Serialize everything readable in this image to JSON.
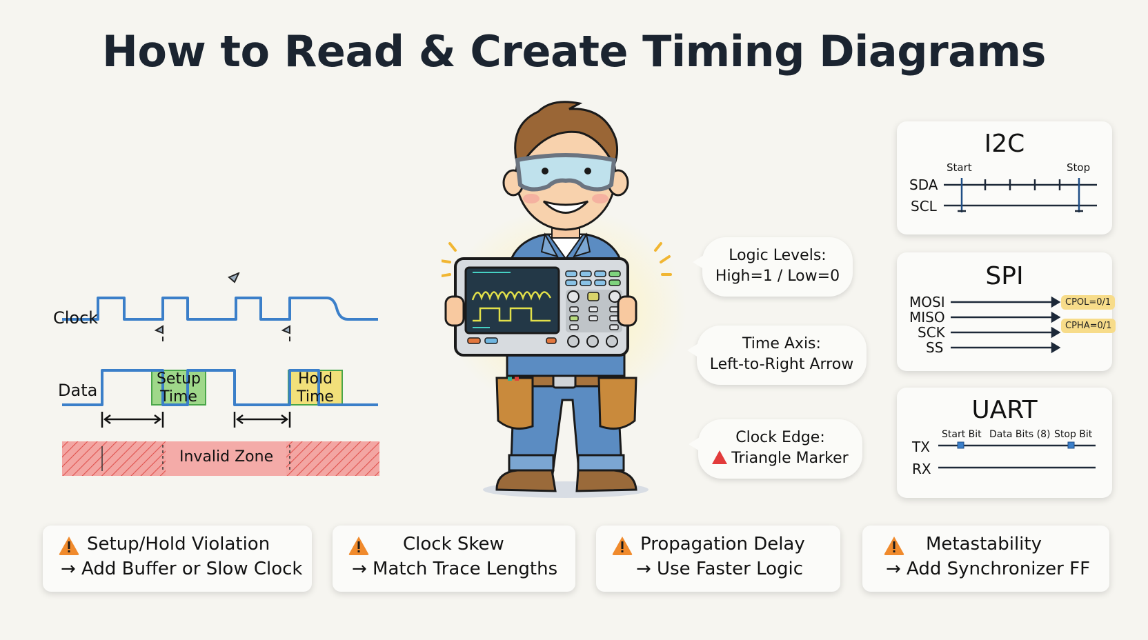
{
  "title": "How to Read & Create Timing Diagrams",
  "timing_diagram": {
    "signals": [
      {
        "label": "Clock"
      },
      {
        "label": "Data"
      }
    ],
    "setup_box": {
      "line1": "Setup",
      "line2": "Time",
      "color": "#9fd88a"
    },
    "hold_box": {
      "line1": "Hold",
      "line2": "Time",
      "color": "#f2e07a"
    },
    "invalid_zone": {
      "label": "Invalid Zone",
      "color": "#f3a6a3"
    },
    "signal_color": "#3b7fc9"
  },
  "character": {
    "description": "engineer-with-goggles-holding-oscilloscope"
  },
  "bubbles": [
    {
      "line1": "Logic Levels:",
      "line2": "High=1 / Low=0"
    },
    {
      "line1": "Time Axis:",
      "line2": "Left-to-Right Arrow"
    },
    {
      "line1": "Clock Edge:",
      "line2": "Triangle Marker",
      "icon": "red-triangle-icon"
    }
  ],
  "protocols": {
    "i2c": {
      "title": "I2C",
      "start_label": "Start",
      "stop_label": "Stop",
      "lines": [
        "SDA",
        "SCL"
      ]
    },
    "spi": {
      "title": "SPI",
      "lines": [
        "MOSI",
        "MISO",
        "SCK",
        "SS"
      ],
      "tags": [
        "CPOL=0/1",
        "CPHA=0/1"
      ]
    },
    "uart": {
      "title": "UART",
      "lines": [
        "TX",
        "RX"
      ],
      "segments": [
        "Start Bit",
        "Data Bits (8)",
        "Stop Bit"
      ]
    }
  },
  "tips": [
    {
      "problem": "Setup/Hold Violation",
      "fix": "→ Add Buffer or Slow Clock",
      "icon": "warning-icon"
    },
    {
      "problem": "Clock Skew",
      "fix": "→ Match Trace Lengths",
      "icon": "warning-icon"
    },
    {
      "problem": "Propagation Delay",
      "fix": "→ Use Faster Logic",
      "icon": "warning-icon"
    },
    {
      "problem": "Metastability",
      "fix": "→ Add Synchronizer FF",
      "icon": "warning-icon"
    }
  ],
  "colors": {
    "background": "#f6f5f0",
    "title": "#1b2430",
    "warning": "#f08a2c",
    "tag": "#f7dc8a"
  }
}
